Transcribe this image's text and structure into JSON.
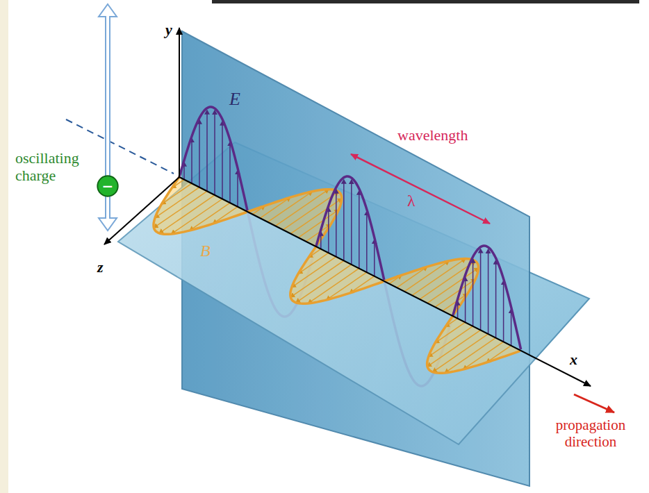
{
  "diagram": {
    "nodes": [
      {
        "text": [
          "−"
        ]
      }
    ],
    "labels": [
      "y",
      "E",
      "oscillating charge",
      "wavelength",
      "λ",
      "z",
      "B",
      "x",
      "propagation direction"
    ]
  }
}
